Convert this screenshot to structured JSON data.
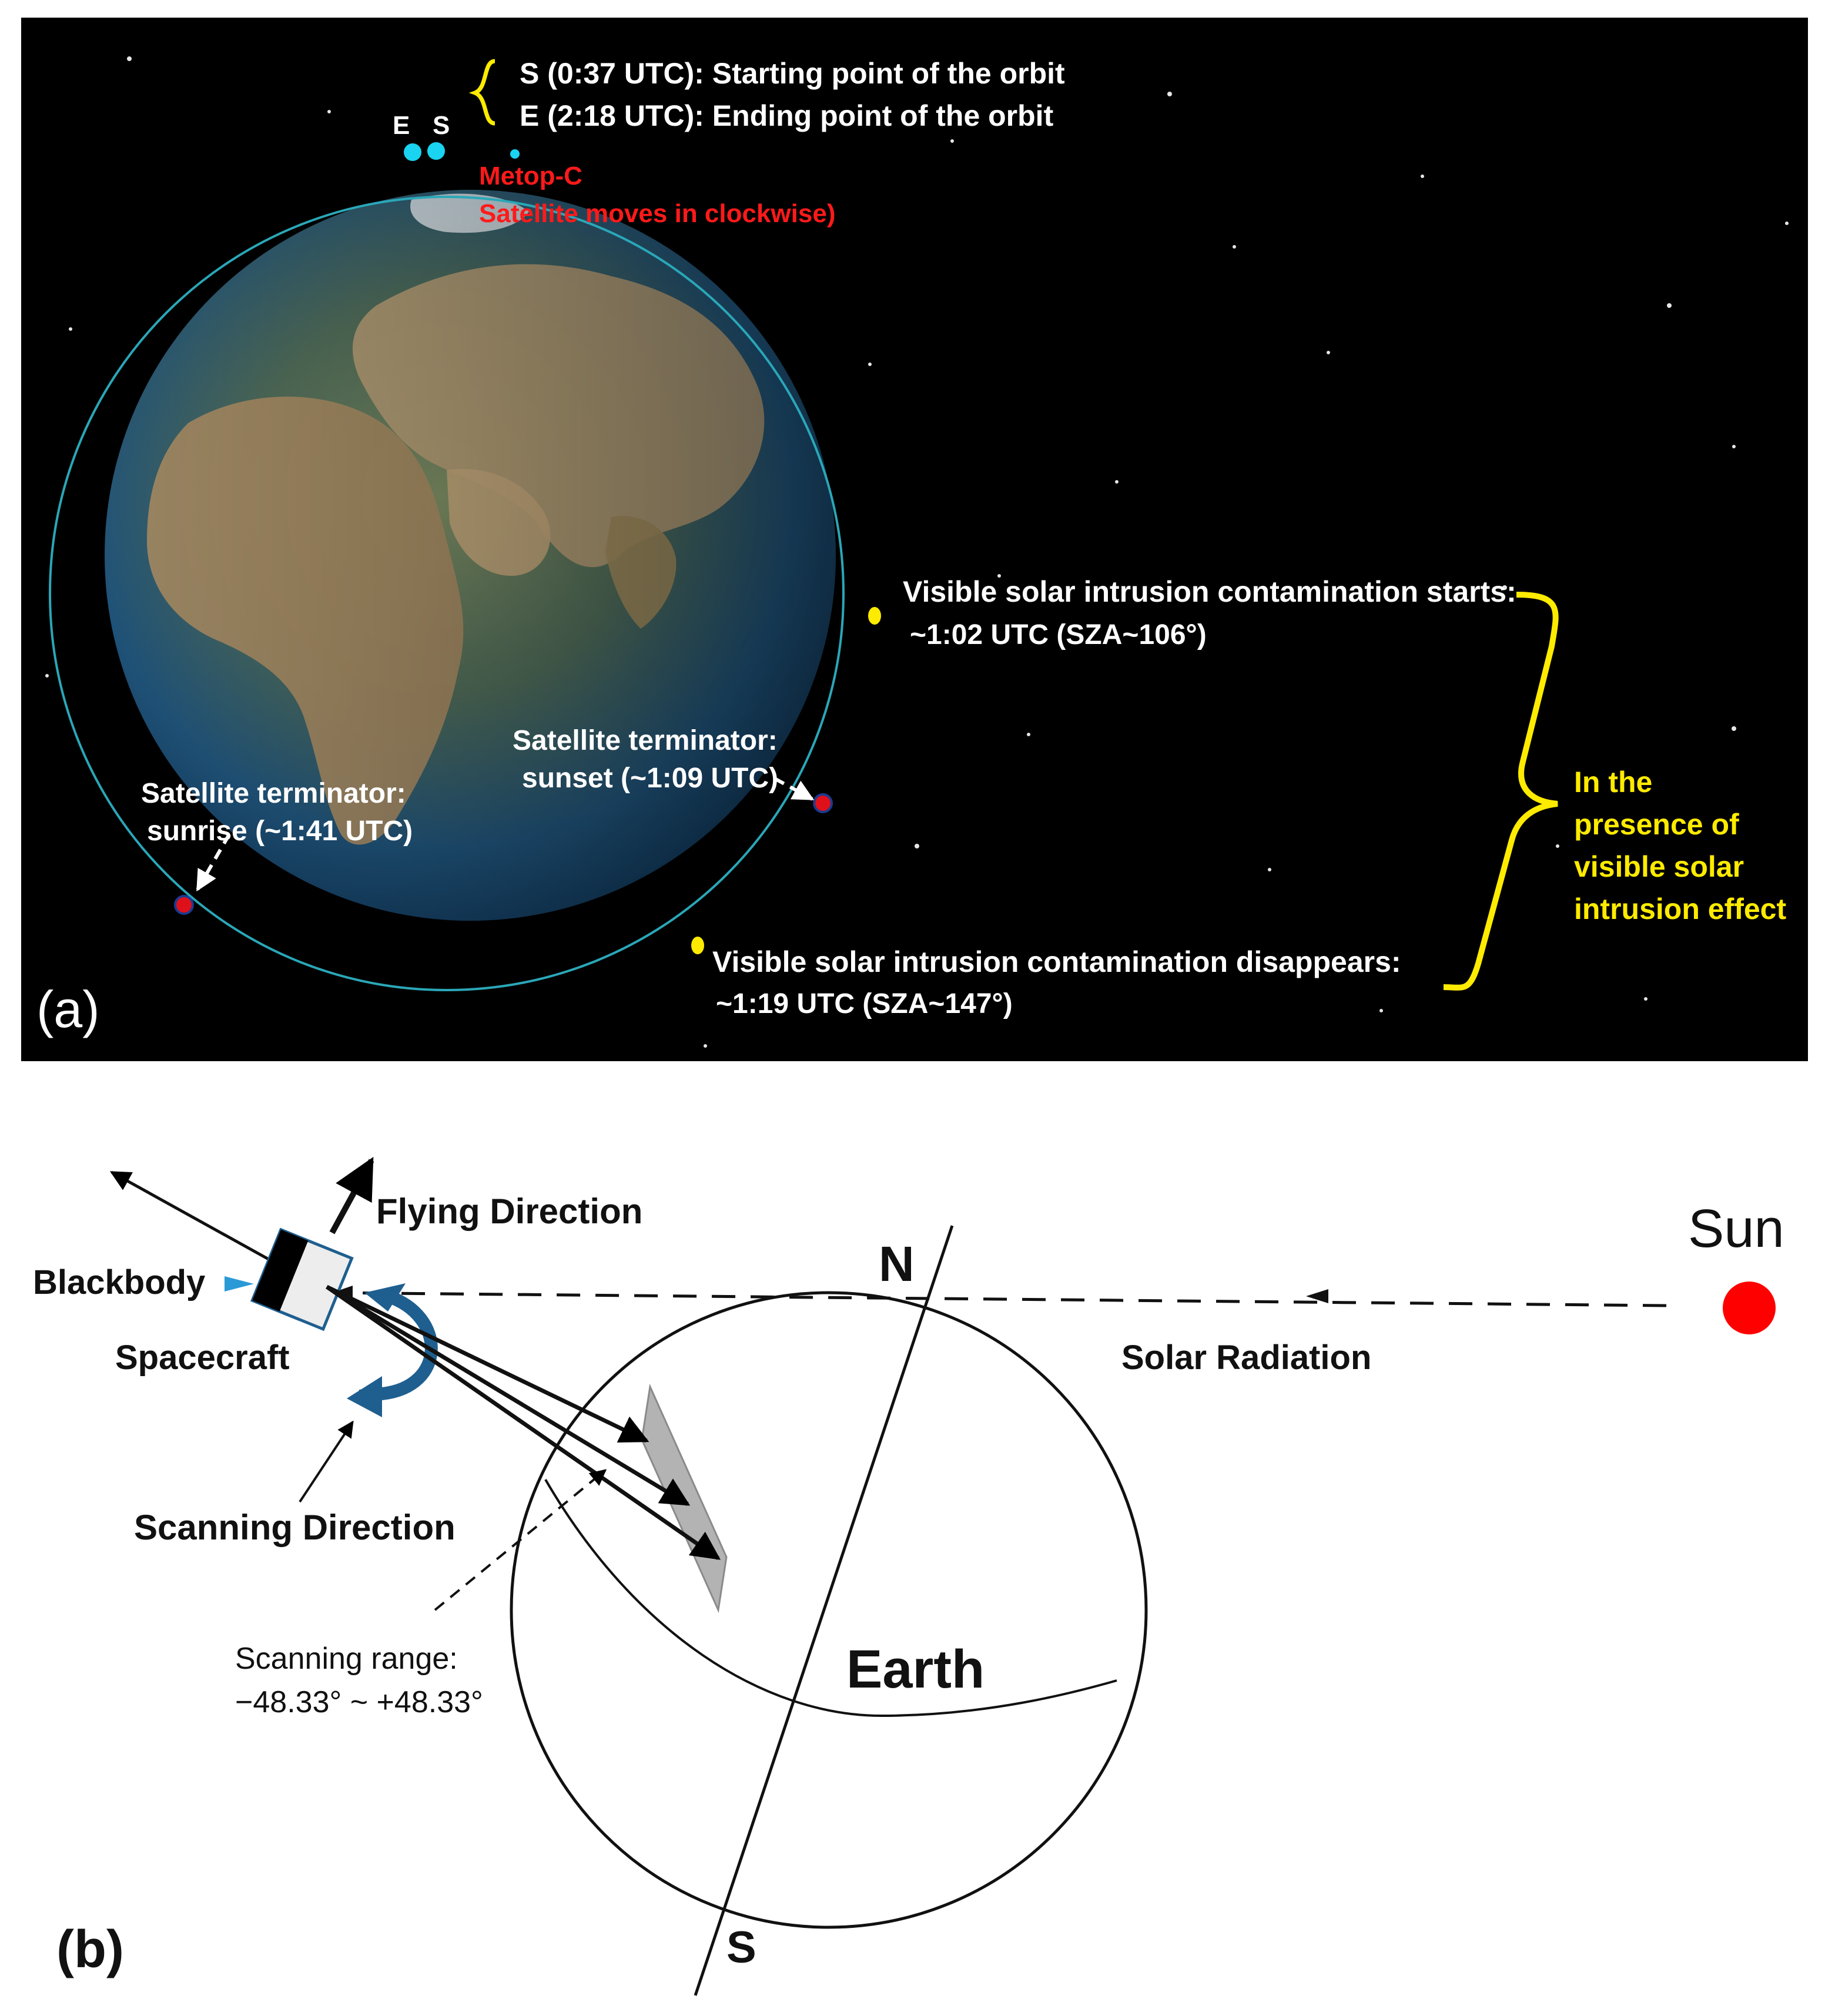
{
  "panel_a": {
    "label": "(a)",
    "marker_e": "E",
    "marker_s": "S",
    "legend_start": "S (0:37 UTC): Starting point of the orbit",
    "legend_end": "E (2:18 UTC): Ending point of the orbit",
    "satellite_name": "Metop-C",
    "satellite_motion": "Satellite moves in clockwise)",
    "intrusion_start_line1": "Visible solar intrusion contamination starts:",
    "intrusion_start_line2": "~1:02 UTC (SZA~106°)",
    "terminator_sunset_line1": "Satellite terminator:",
    "terminator_sunset_line2": "sunset (~1:09 UTC)",
    "terminator_sunrise_line1": "Satellite terminator:",
    "terminator_sunrise_line2": "sunrise (~1:41 UTC)",
    "intrusion_end_line1": "Visible solar intrusion contamination disappears:",
    "intrusion_end_line2": "~1:19 UTC (SZA~147°)",
    "presence_lines": [
      "In the",
      "presence of",
      "visible solar",
      "intrusion effect"
    ],
    "colors": {
      "background": "#000000",
      "orbit": "#2aa7b8",
      "endpoint_markers": "#19d3f0",
      "intrusion_markers": "#ffeb00",
      "terminator_markers": "#e0101a",
      "satellite_label": "#ff1a1a",
      "annotation": "#ffffff",
      "bracket": "#ffeb00"
    }
  },
  "panel_b": {
    "label": "(b)",
    "flying_direction": "Flying Direction",
    "blackbody": "Blackbody",
    "spacecraft": "Spacecraft",
    "scanning_direction": "Scanning Direction",
    "scanning_range_line1": "Scanning range:",
    "scanning_range_line2": "−48.33° ~ +48.33°",
    "north": "N",
    "south": "S",
    "earth": "Earth",
    "sun": "Sun",
    "solar_radiation": "Solar Radiation",
    "colors": {
      "sun": "#ff0000",
      "scan_arrow": "#1f5f8f",
      "blackbody_pointer": "#2a9ad6",
      "scan_area": "#b3b3b3"
    }
  }
}
